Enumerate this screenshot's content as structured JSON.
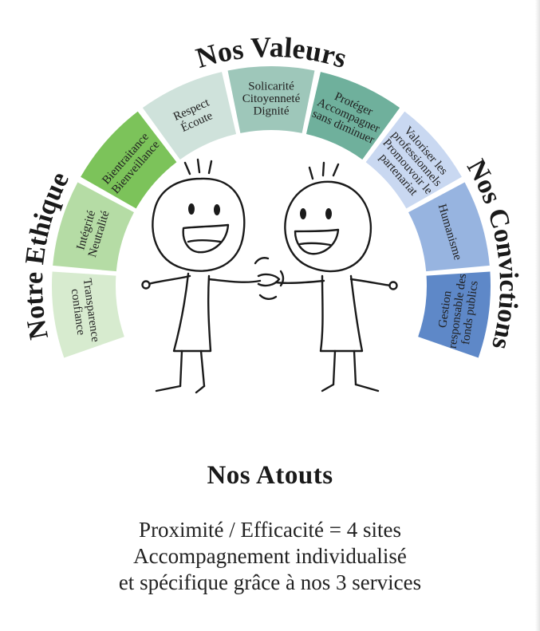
{
  "titles": {
    "valeurs": "Nos Valeurs",
    "ethique": "Notre Ethique",
    "convictions": "Nos Convictions",
    "atouts": "Nos Atouts"
  },
  "atouts_lines": [
    "Proximité / Efficacité = 4 sites",
    "Accompagnement individualisé",
    "et spécifique grâce à nos 3 services"
  ],
  "segments": [
    {
      "id": "transparence",
      "group": "ethique",
      "color": "#d7ebcf",
      "lines": [
        "Transparence",
        "confiance"
      ]
    },
    {
      "id": "integrite",
      "group": "ethique",
      "color": "#b5dca5",
      "lines": [
        "Intégrité",
        "Neutralité"
      ]
    },
    {
      "id": "bientraitance",
      "group": "ethique",
      "color": "#7cc35a",
      "lines": [
        "Bientraitance",
        "Bienveillance"
      ]
    },
    {
      "id": "respect",
      "group": "valeurs",
      "color": "#cfe2db",
      "lines": [
        "Respect",
        "Écoute"
      ]
    },
    {
      "id": "solicarite",
      "group": "valeurs",
      "color": "#9ec7ba",
      "lines": [
        "Solicarité",
        "Citoyenneté",
        "Dignité"
      ]
    },
    {
      "id": "proteger",
      "group": "valeurs",
      "color": "#6fb09c",
      "lines": [
        "Protéger",
        "Accompagner",
        "sans diminuer"
      ]
    },
    {
      "id": "valoriser",
      "group": "convictions",
      "color": "#c9d8f1",
      "lines": [
        "Valoriser les",
        "professionnels",
        "Promouvoir le",
        "partenariat"
      ]
    },
    {
      "id": "humanisme",
      "group": "convictions",
      "color": "#97b4e0",
      "lines": [
        "Humanisme"
      ]
    },
    {
      "id": "gestion",
      "group": "convictions",
      "color": "#5e88c8",
      "lines": [
        "Gestion",
        "responsable des",
        "fonds publics"
      ]
    }
  ]
}
